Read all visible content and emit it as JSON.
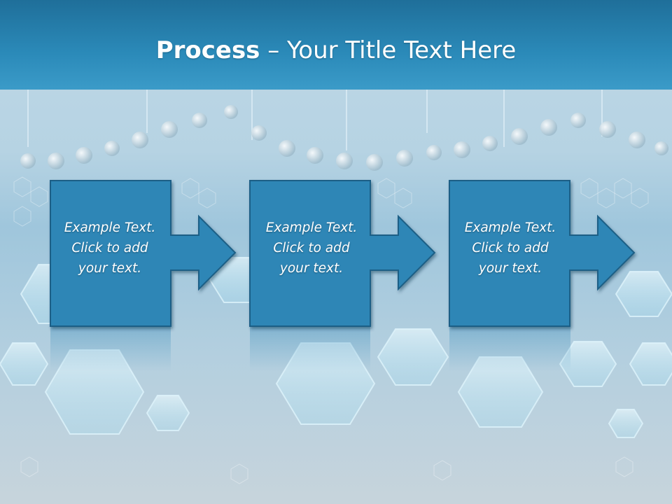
{
  "slide": {
    "title_bold": "Process",
    "title_rest": " – Your Title Text Here"
  },
  "steps": [
    {
      "line1": "Example Text.",
      "line2": "Click  to add",
      "line3": "your text."
    },
    {
      "line1": "Example Text.",
      "line2": "Click  to add",
      "line3": "your text."
    },
    {
      "line1": "Example Text.",
      "line2": "Click  to add",
      "line3": "your text."
    }
  ],
  "colors": {
    "header": "#2b8ab9",
    "step_fill": "#2e86b6",
    "step_border": "#1b5f86"
  }
}
